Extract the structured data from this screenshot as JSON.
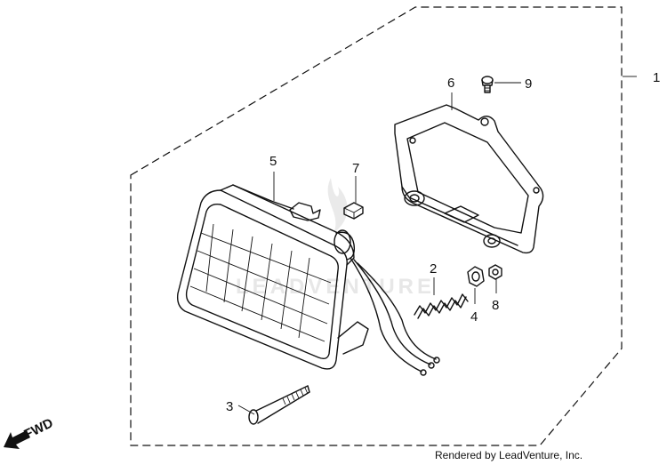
{
  "diagram": {
    "callouts": [
      {
        "id": "1",
        "label": "1"
      },
      {
        "id": "2",
        "label": "2"
      },
      {
        "id": "3",
        "label": "3"
      },
      {
        "id": "4",
        "label": "4"
      },
      {
        "id": "5",
        "label": "5"
      },
      {
        "id": "6",
        "label": "6"
      },
      {
        "id": "7",
        "label": "7"
      },
      {
        "id": "8",
        "label": "8"
      },
      {
        "id": "9",
        "label": "9"
      }
    ],
    "direction_label": "FWD",
    "watermark": "LEADVENTURE",
    "credit": "Rendered by LeadVenture, Inc."
  }
}
